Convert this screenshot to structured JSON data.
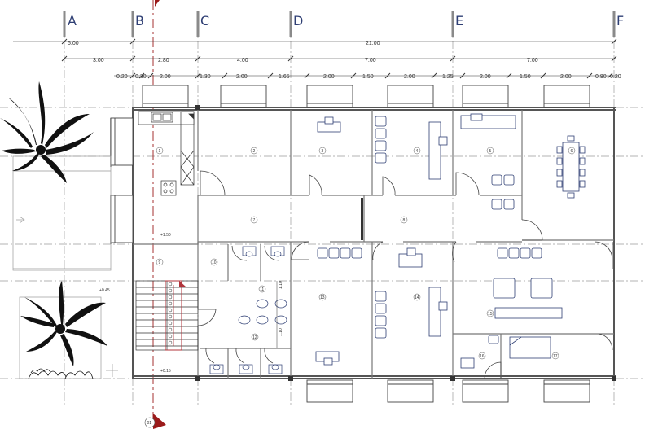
{
  "grid": {
    "labels": [
      "A",
      "B",
      "C",
      "D",
      "E",
      "F"
    ]
  },
  "dimensions": {
    "row1": [
      "5.00",
      "21.00"
    ],
    "row2": [
      "3.00",
      "2.80",
      "4.00",
      "7.00",
      "7.00"
    ],
    "row3": [
      "0.20",
      "0.30",
      "2.00",
      "1.30",
      "2.00",
      "1.65",
      "2.00",
      "1.50",
      "2.00",
      "1.25",
      "2.00",
      "1.50",
      "2.00",
      "0.90",
      "0.20"
    ]
  },
  "levels": {
    "landing": "+1.50",
    "stair_base": "+0.45",
    "entry": "+0.15"
  },
  "toilet_dims": [
    "1.10",
    "1.10"
  ],
  "room_tags": {
    "kitchen": "1",
    "office_c": "2",
    "office_d": "3",
    "office_e1": "4",
    "office_e2": "5",
    "conference": "6",
    "corridor_main": "7",
    "corridor_right": "8",
    "stair_hall": "9",
    "storage": "10",
    "wc_lobby": "11",
    "wc_hall": "12",
    "hall_d": "13",
    "office_de": "14",
    "lounge": "15",
    "reception": "16",
    "manager": "17"
  },
  "section_marker": "01"
}
